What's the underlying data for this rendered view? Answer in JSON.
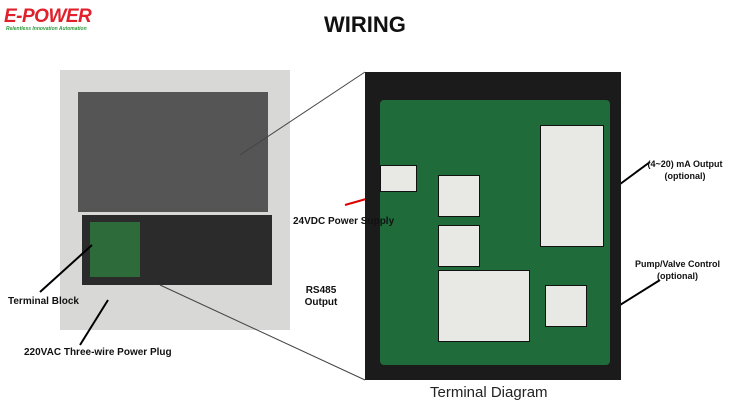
{
  "brand": {
    "name": "E-POWER",
    "tagline": "Relentless Innovation Automation"
  },
  "title": "WIRING",
  "left_labels": {
    "terminal_block": "Terminal Block",
    "power_plug": "220VAC Three-wire Power Plug"
  },
  "right_labels": {
    "power_supply": "24VDC Power Supply",
    "rs485": "RS485 Output",
    "current_output": "(4~20) mA Output (optional)",
    "pump_valve": "Pump/Valve Control (optional)"
  },
  "caption": "Terminal Diagram"
}
